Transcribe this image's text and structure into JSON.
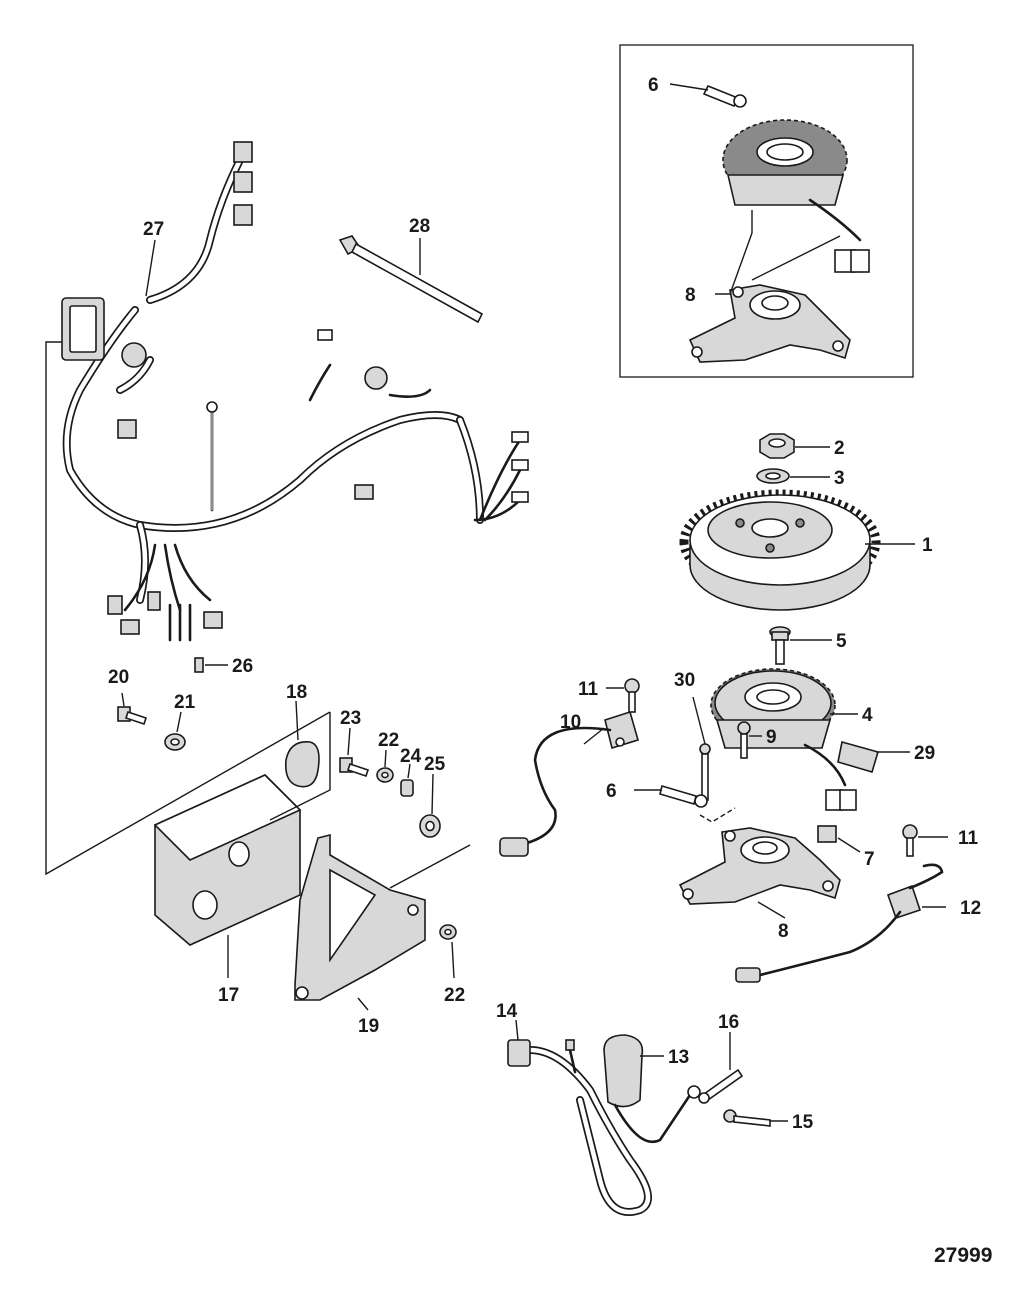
{
  "figure_number": "27999",
  "callouts": {
    "c1": "1",
    "c2": "2",
    "c3": "3",
    "c4": "4",
    "c5": "5",
    "c6_inset": "6",
    "c6": "6",
    "c7": "7",
    "c8_inset": "8",
    "c8": "8",
    "c9": "9",
    "c10": "10",
    "c11_a": "11",
    "c11_b": "11",
    "c12": "12",
    "c13": "13",
    "c14": "14",
    "c15": "15",
    "c16": "16",
    "c17": "17",
    "c18": "18",
    "c19": "19",
    "c20": "20",
    "c21": "21",
    "c22_a": "22",
    "c22_b": "22",
    "c23": "23",
    "c24": "24",
    "c25": "25",
    "c26": "26",
    "c27": "27",
    "c28": "28",
    "c29": "29",
    "c30": "30"
  }
}
